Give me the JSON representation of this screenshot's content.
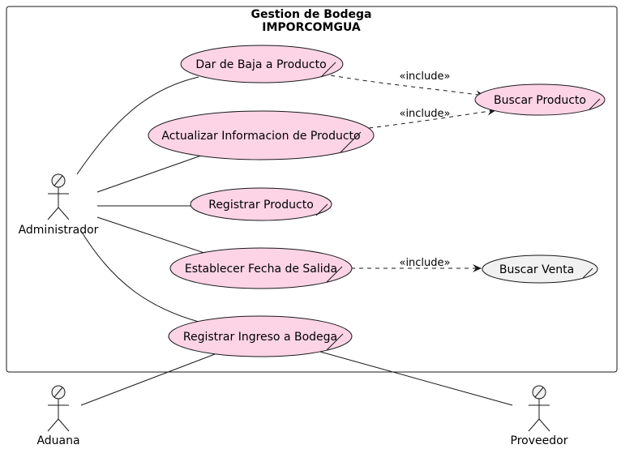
{
  "system": {
    "title_line1": "Gestion de Bodega",
    "title_line2": "IMPORCOMGUA"
  },
  "actors": {
    "administrador": "Administrador",
    "aduana": "Aduana",
    "proveedor": "Proveedor"
  },
  "use_cases": {
    "dar_de_baja": "Dar de Baja a Producto",
    "actualizar_info": "Actualizar Informacion de Producto",
    "registrar_producto": "Registrar Producto",
    "establecer_fecha": "Establecer Fecha de Salida",
    "registrar_ingreso": "Registrar Ingreso a Bodega",
    "buscar_producto": "Buscar Producto",
    "buscar_venta": "Buscar Venta"
  },
  "relations": {
    "include_label": "«include»"
  },
  "colors": {
    "use_case_fill": "#FCD4E6",
    "secondary_use_case_fill": "#F1F1F1",
    "actor_fill": "#F1F1F1",
    "stroke": "#181818"
  }
}
